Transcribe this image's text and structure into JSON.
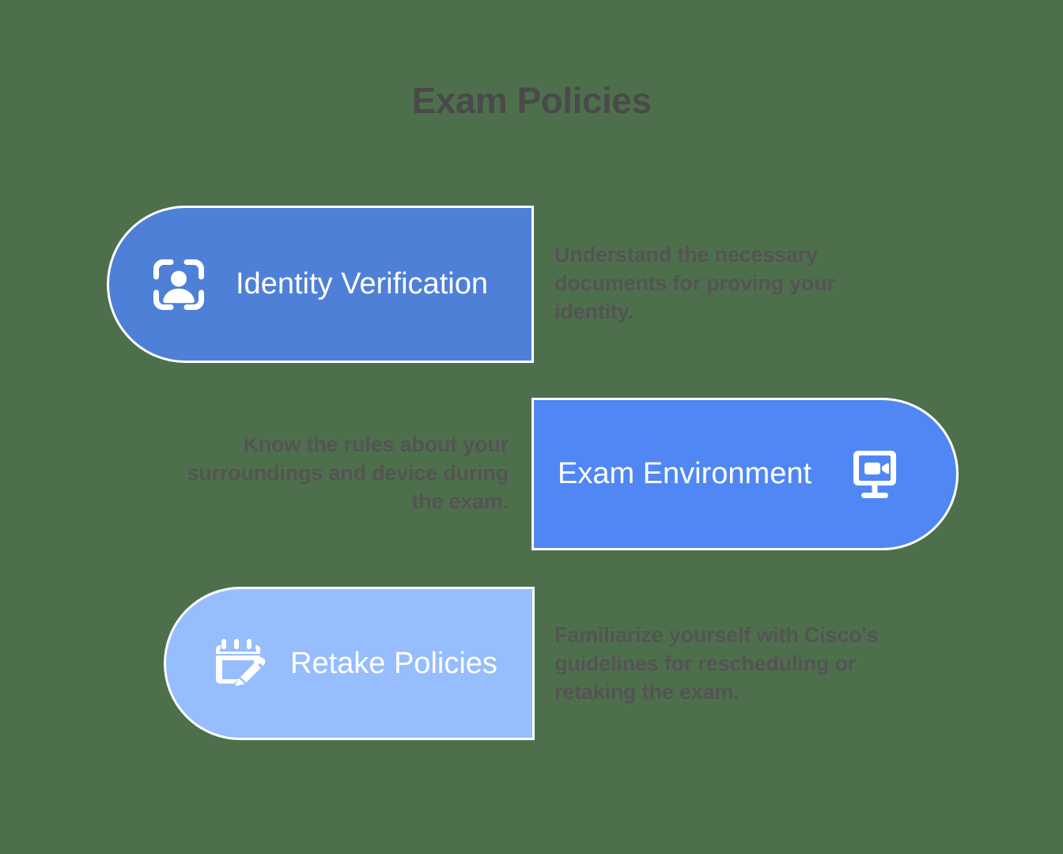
{
  "page": {
    "title": "Exam Policies",
    "background_color": "#4e6f4c",
    "title_color": "#4a4a4a",
    "description_color": "#545454"
  },
  "items": [
    {
      "label": "Identity Verification",
      "description": "Understand the necessary documents for proving your identity.",
      "icon": "identity-scan-icon",
      "color": "#4e80d8",
      "label_color": "#ffffff",
      "pill_side": "left-rounded",
      "icon_position": "left",
      "description_align": "left"
    },
    {
      "label": "Exam Environment",
      "description": "Know the rules about your surroundings and device during the exam.",
      "icon": "monitor-video-icon",
      "color": "#5087f5",
      "label_color": "#ffffff",
      "pill_side": "right-rounded",
      "icon_position": "right",
      "description_align": "right"
    },
    {
      "label": "Retake Policies",
      "description": "Familiarize yourself with Cisco's guidelines for rescheduling or retaking the exam.",
      "icon": "calendar-edit-icon",
      "color": "#96bdfd",
      "label_color": "#ffffff",
      "pill_side": "left-rounded",
      "icon_position": "left",
      "description_align": "left"
    }
  ]
}
